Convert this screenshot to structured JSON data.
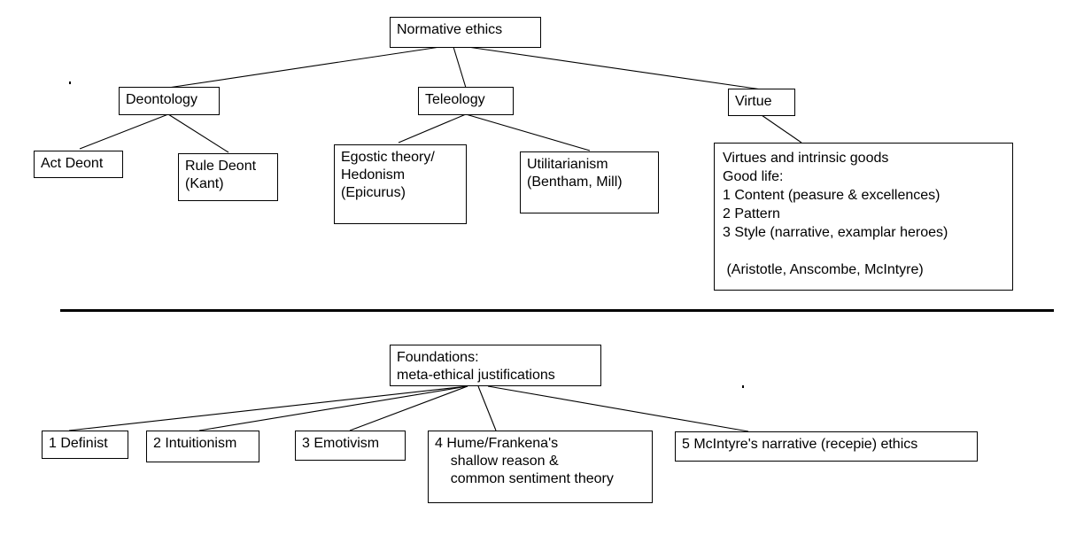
{
  "diagram": {
    "type": "hierarchy-tree",
    "title_text": "Normative ethics",
    "line_color": "#000000",
    "box_border_color": "#000000",
    "background_color": "#ffffff",
    "text_color": "#000000"
  },
  "upper_tree": {
    "root": {
      "label": "Normative ethics"
    },
    "branches": [
      {
        "label": "Deontology",
        "children": [
          {
            "label": "Act Deont"
          },
          {
            "label": "Rule Deont\n(Kant)"
          }
        ]
      },
      {
        "label": "Teleology",
        "children": [
          {
            "label": "Egostic theory/\nHedonism\n(Epicurus)"
          },
          {
            "label": "Utilitarianism\n(Bentham, Mill)"
          }
        ]
      },
      {
        "label": "Virtue",
        "children": [
          {
            "label": "Virtues and intrinsic goods\nGood life:\n1 Content (peasure & excellences)\n2 Pattern\n3 Style (narrative, examplar heroes)\n\n (Aristotle, Anscombe, McIntyre)"
          }
        ]
      }
    ]
  },
  "lower_tree": {
    "root": {
      "label": "Foundations:\nmeta-ethical justifications"
    },
    "children": [
      {
        "label": "1 Definist"
      },
      {
        "label": "2 Intuitionism"
      },
      {
        "label": "3 Emotivism"
      },
      {
        "label": "4 Hume/Frankena's\n    shallow reason &\n    common sentiment theory"
      },
      {
        "label": "5 McIntyre's narrative (recepie) ethics"
      }
    ]
  }
}
